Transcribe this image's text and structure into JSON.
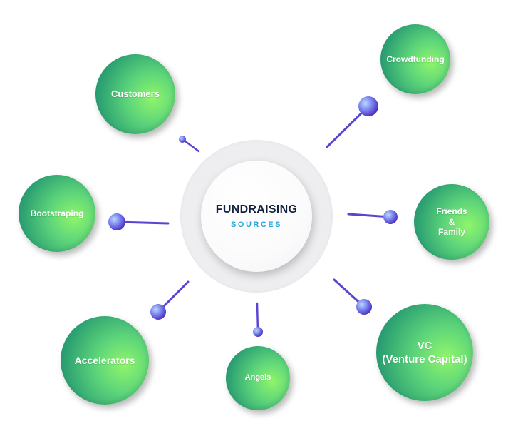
{
  "hub": {
    "title": "FUNDRAISING",
    "subtitle": "SOURCES"
  },
  "sources": [
    {
      "id": "customers",
      "label": "Customers"
    },
    {
      "id": "crowdfunding",
      "label": "Crowdfunding"
    },
    {
      "id": "bootstraping",
      "label": "Bootstraping"
    },
    {
      "id": "friends-family",
      "label": "Friends\n&\nFamily"
    },
    {
      "id": "accelerators",
      "label": "Accelerators"
    },
    {
      "id": "angels",
      "label": "Angels"
    },
    {
      "id": "vc",
      "label": "VC\n(Venture Capital)"
    }
  ],
  "colors": {
    "bubble_dark": "#1c7f6b",
    "bubble_light": "#8ff56a",
    "connector_start": "#4a2cb8",
    "connector_end": "#8ab4ff",
    "hub_title": "#14213f",
    "hub_subtitle": "#2ca6d6"
  }
}
